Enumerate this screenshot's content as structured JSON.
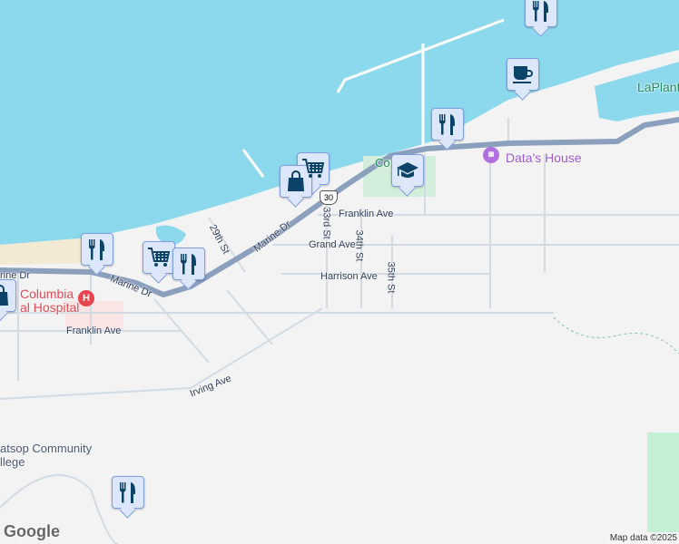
{
  "colors": {
    "water": "#8cd9ee",
    "land": "#f4f3f4",
    "highway": "#8aa0bd",
    "road": "#d2dbe4",
    "pin_bg": "#dde7fb",
    "pin_icon": "#0b4369",
    "hospital": "#e8454e",
    "poi_purple": "#9b59d0",
    "park_green": "#1e8f5a"
  },
  "streets": {
    "franklin_ave": "Franklin Ave",
    "grand_ave": "Grand Ave",
    "harrison_ave": "Harrison Ave",
    "st33": "33rd St",
    "st34": "34th St",
    "st35": "35th St",
    "st29": "29th St",
    "marine_dr_1": "Marine Dr",
    "marine_dr_2": "Marine Dr",
    "marine_dr_3": "rine Dr",
    "franklin_ave_2": "Franklin Ave",
    "irving_ave": "Irving Ave"
  },
  "route_shield": "30",
  "places": {
    "hospital_1": "Columbia",
    "hospital_2": "al Hospital",
    "datas_house": "Data's House",
    "laplante": "LaPlant",
    "college_1": "atsop Community",
    "college_2": "llege",
    "park": "Co"
  },
  "markers": [
    {
      "type": "restaurant",
      "icon": "fork-knife-icon"
    },
    {
      "type": "cafe",
      "icon": "coffee-cup-icon"
    },
    {
      "type": "restaurant",
      "icon": "fork-knife-icon"
    },
    {
      "type": "grocery",
      "icon": "shopping-cart-icon"
    },
    {
      "type": "shopping",
      "icon": "shopping-bag-icon"
    },
    {
      "type": "school",
      "icon": "graduation-cap-icon"
    },
    {
      "type": "restaurant",
      "icon": "fork-knife-icon"
    },
    {
      "type": "grocery",
      "icon": "shopping-cart-icon"
    },
    {
      "type": "restaurant",
      "icon": "fork-knife-icon"
    },
    {
      "type": "shopping",
      "icon": "shopping-bag-icon"
    },
    {
      "type": "restaurant",
      "icon": "fork-knife-icon"
    }
  ],
  "footer": {
    "google": "Google",
    "attribution": "Map data ©2025"
  }
}
